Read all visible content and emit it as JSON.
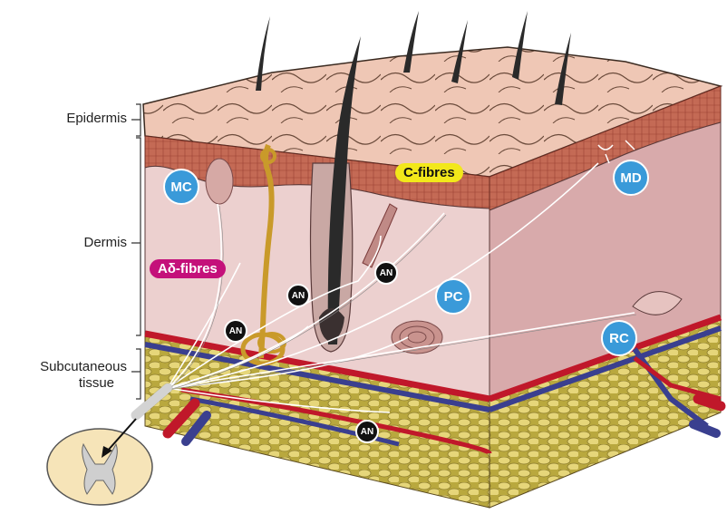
{
  "layers": {
    "epidermis": "Epidermis",
    "dermis": "Dermis",
    "subcutaneous_line1": "Subcutaneous",
    "subcutaneous_line2": "tissue"
  },
  "receptors": {
    "mc": "MC",
    "md": "MD",
    "pc": "PC",
    "rc": "RC",
    "an": "AN"
  },
  "fibres": {
    "c_fibres": "C-fibres",
    "a_delta_fibres": "Aδ-fibres"
  },
  "colors": {
    "badge_blue": "#3a9ad9",
    "c_fibres_bg": "#f2e81a",
    "a_delta_bg": "#c4107a",
    "skin_top": "#efc7b5",
    "epidermis_band": "#b85a4a",
    "dermis": "#ecd0cf",
    "dermis_side": "#d8aaab",
    "fat": "#d8c96a",
    "artery": "#c0182a",
    "vein": "#3a3f8f",
    "hair": "#2a2a2a"
  }
}
